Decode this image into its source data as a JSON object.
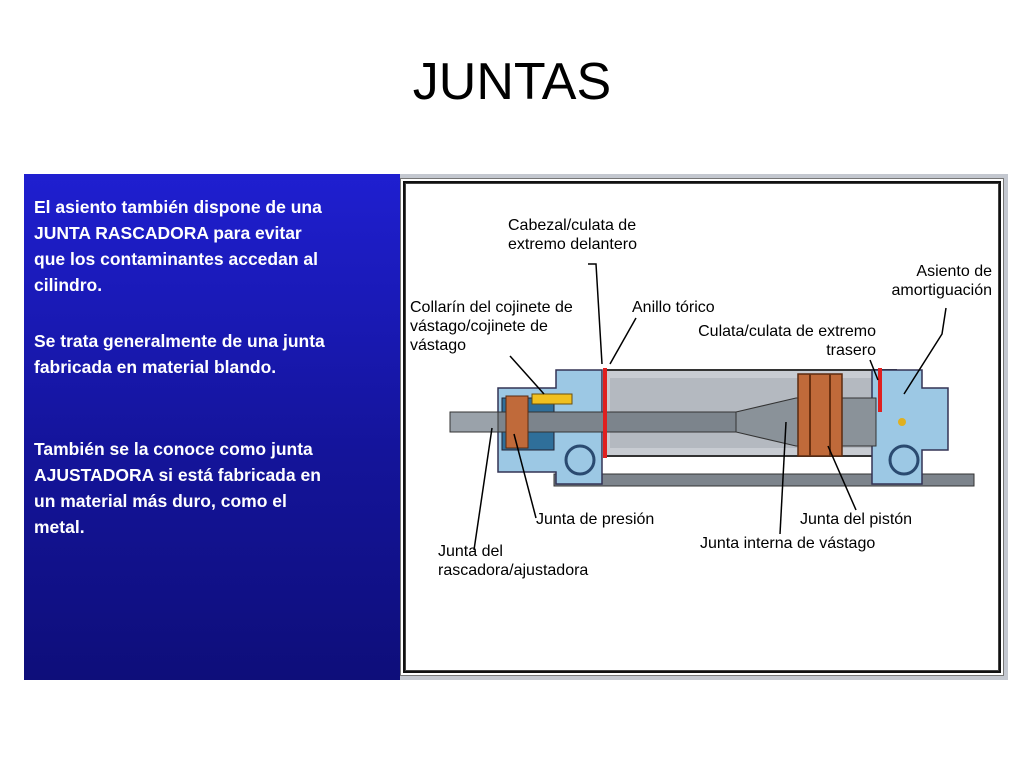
{
  "title": "JUNTAS",
  "panel": {
    "p1": "El asiento también dispone de una JUNTA RASCADORA para evitar que los contaminantes accedan al cilindro.",
    "p2": "Se trata generalmente de una junta fabricada en material blando.",
    "p3": "También se la conoce como junta AJUSTADORA si está fabricada en un material más duro, como el metal."
  },
  "labels": {
    "cabezal": "Cabezal/culata de extremo delantero",
    "asiento": "Asiento de amortiguación",
    "collarin": "Collarín del cojinete de vástago/cojinete de vástago",
    "anillo": "Anillo tórico",
    "culata": "Culata/culata de extremo trasero",
    "presion": "Junta de presión",
    "piston": "Junta del pistón",
    "rascadora": "Junta del rascadora/ajustadora",
    "interna": "Junta interna de vástago"
  },
  "colors": {
    "panel_blue": "#1818b8",
    "cylinder_blue": "#9cc8e4",
    "seal_red": "#e02020",
    "seal_brown": "#c06a3a",
    "rod_gray": "#808890"
  }
}
